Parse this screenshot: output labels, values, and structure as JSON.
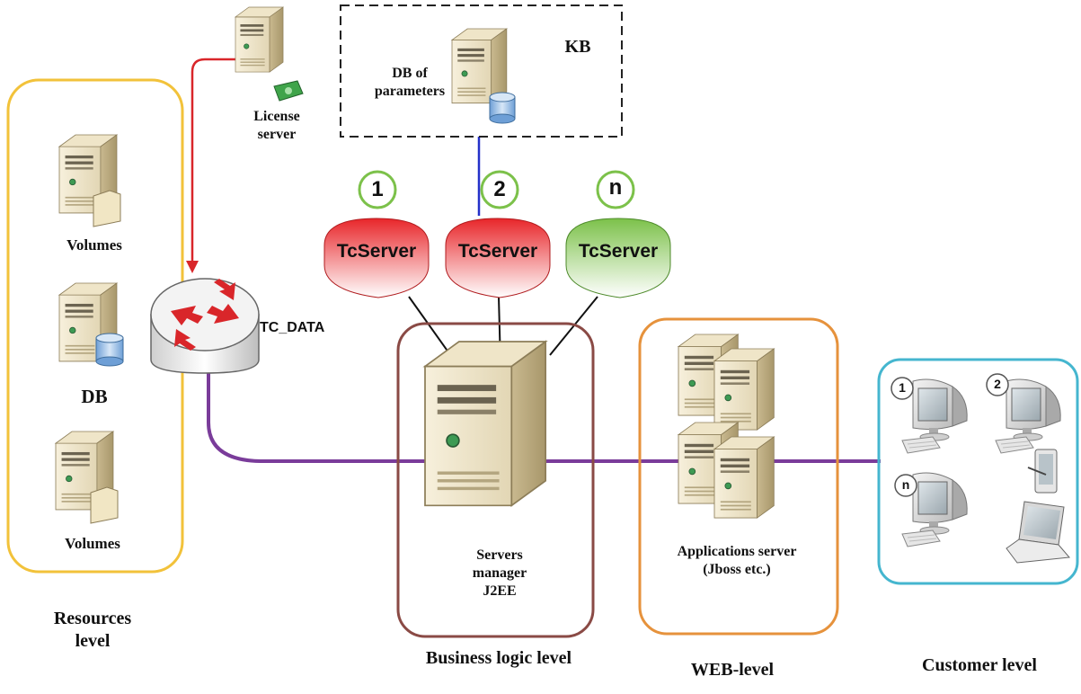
{
  "kb": {
    "title": "KB",
    "db_label": "DB of parameters"
  },
  "license_server": {
    "label": "License server"
  },
  "router": {
    "label": "TC_DATA"
  },
  "resources": {
    "volumes_top": "Volumes",
    "db": "DB",
    "volumes_bottom": "Volumes",
    "level_label": "Resources level"
  },
  "tc_servers": [
    {
      "index": "1",
      "label": "TcServer",
      "color": "#e8262a"
    },
    {
      "index": "2",
      "label": "TcServer",
      "color": "#e8262a"
    },
    {
      "index": "n",
      "label": "TcServer",
      "color": "#7cc14a"
    }
  ],
  "business": {
    "server_label": "Servers manager J2EE",
    "level_label": "Business logic level"
  },
  "web": {
    "server_label": "Applications server (Jboss etc.)",
    "level_label": "WEB-level"
  },
  "customer": {
    "level_label": "Customer level",
    "client_indexes": [
      "1",
      "2",
      "n"
    ]
  },
  "colors": {
    "resources_frame": "#f2c23a",
    "business_frame": "#8a4a45",
    "web_frame": "#e6923c",
    "customer_frame": "#45b6cf",
    "kb_frame": "#222222",
    "license_link": "#d9262a",
    "kb_link": "#2431c9",
    "bus_link": "#7a3c9a"
  }
}
